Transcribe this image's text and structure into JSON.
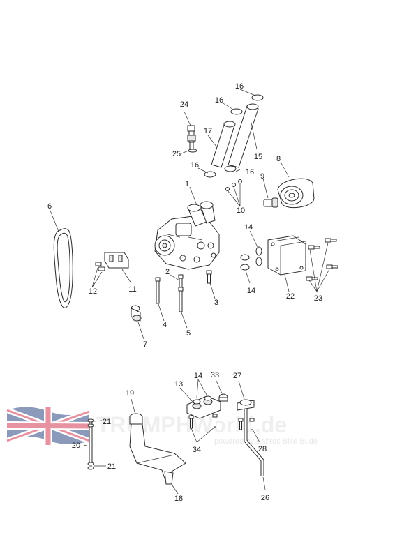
{
  "callouts": {
    "c1": "1",
    "c2": "2",
    "c3": "3",
    "c4": "4",
    "c5": "5",
    "c6": "6",
    "c7": "7",
    "c8": "8",
    "c9": "9",
    "c10": "10",
    "c11": "11",
    "c12": "12",
    "c13": "13",
    "c14a": "14",
    "c14b": "14",
    "c14c": "14",
    "c15": "15",
    "c16a": "16",
    "c16b": "16",
    "c16c": "16",
    "c16d": "16",
    "c17": "17",
    "c18": "18",
    "c19": "19",
    "c20": "20",
    "c21a": "21",
    "c21b": "21",
    "c22": "22",
    "c23": "23",
    "c24": "24",
    "c25": "25",
    "c26": "26",
    "c27": "27",
    "c28": "28",
    "c33": "33",
    "c34": "34"
  },
  "watermark": {
    "title": "TRUMPHWorld.de",
    "subtitle": "powered by Bahros Bike Bude",
    "colors": {
      "flag_red": "#c8102e",
      "flag_blue": "#012169",
      "text": "#bdbdbd"
    }
  }
}
